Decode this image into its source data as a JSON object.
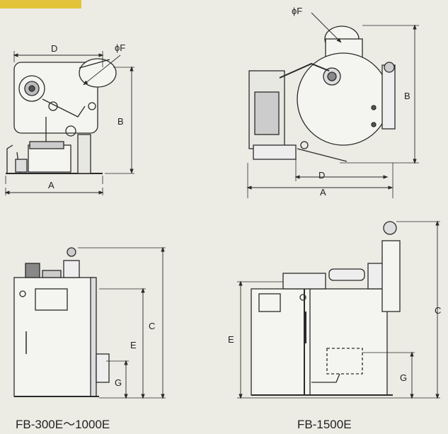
{
  "captions": {
    "small_model": "FB-300E～1000E",
    "large_model": "FB-1500E"
  },
  "top_left_view": {
    "A": "A",
    "B": "B",
    "D": "D",
    "F": "ϕF"
  },
  "top_right_view": {
    "A": "A",
    "B": "B",
    "D": "D",
    "F": "ϕF"
  },
  "bottom_left_view": {
    "C": "C",
    "E": "E",
    "G": "G"
  },
  "bottom_right_view": {
    "C": "C",
    "E": "E",
    "G": "G"
  },
  "colors": {
    "background": "#ecebe4",
    "line": "#2a2a2a",
    "fill_light": "#f4f4f0",
    "fill_dark": "#555555",
    "corner_accent": "#e3c33a"
  }
}
